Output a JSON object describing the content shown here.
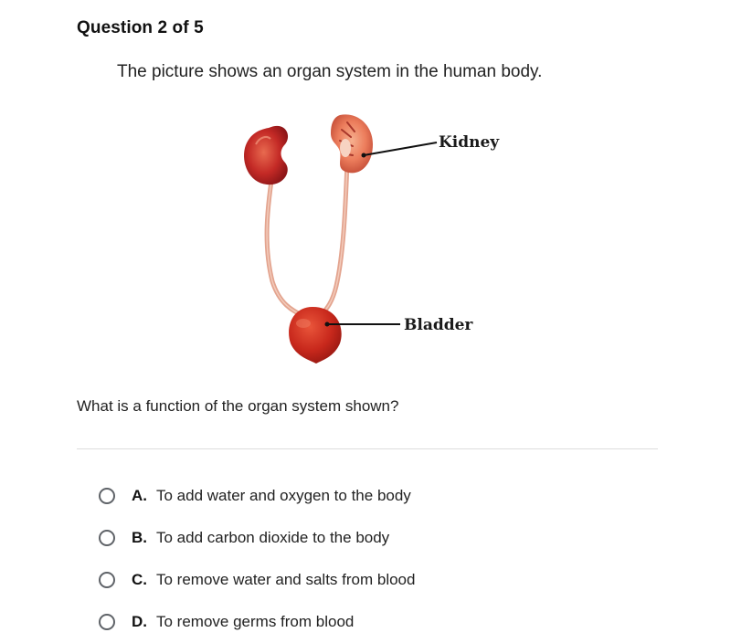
{
  "question": {
    "header": "Question 2 of 5",
    "intro": "The picture shows an organ system in the human body.",
    "prompt": "What is a function of the organ system shown?"
  },
  "diagram": {
    "labels": {
      "kidney": "Kidney",
      "bladder": "Bladder"
    },
    "colors": {
      "kidney_dark": "#b51f24",
      "kidney_light": "#e8765a",
      "bladder": "#cf2d1f",
      "ureter": "#e3a48f",
      "leader_line": "#111111"
    }
  },
  "options": [
    {
      "letter": "A.",
      "text": "To add water and oxygen to the body"
    },
    {
      "letter": "B.",
      "text": "To add carbon dioxide to the body"
    },
    {
      "letter": "C.",
      "text": "To remove water and salts from blood"
    },
    {
      "letter": "D.",
      "text": "To remove germs from blood"
    }
  ]
}
